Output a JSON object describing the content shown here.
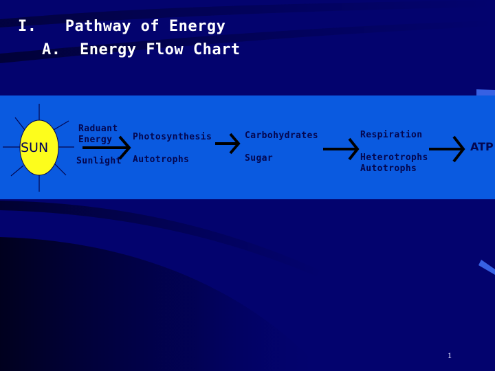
{
  "slide": {
    "title": "I.   Pathway of Energy",
    "subtitle": "A.  Energy Flow Chart",
    "page_number": "1"
  },
  "flow_chart": {
    "sun": {
      "label": "SUN",
      "color": "#fdfd1c"
    },
    "band_color": "#0a5ae0",
    "background_color": "#02026a",
    "label_color": "#04064e",
    "steps": [
      {
        "top": "Raduant\nEnergy",
        "bottom": "Sunlight"
      },
      {
        "top": "Photosynthesis",
        "bottom": "Autotrophs"
      },
      {
        "top": "Carbohydrates",
        "bottom": "Sugar"
      },
      {
        "top": "Respiration",
        "bottom": "Heterotrophs\nAutotrophs"
      },
      {
        "top": "ATP",
        "bottom": ""
      }
    ],
    "labels": {
      "radiant_line1": "Raduant",
      "radiant_line2": "Energy",
      "sunlight": "Sunlight",
      "photosynthesis": "Photosynthesis",
      "autotrophs_1": "Autotrophs",
      "carbohydrates": "Carbohydrates",
      "sugar": "Sugar",
      "respiration": "Respiration",
      "heterotrophs": "Heterotrophs",
      "autotrophs_2": "Autotrophs",
      "atp": "ATP"
    },
    "arrow_icon": "right-arrow-icon"
  }
}
